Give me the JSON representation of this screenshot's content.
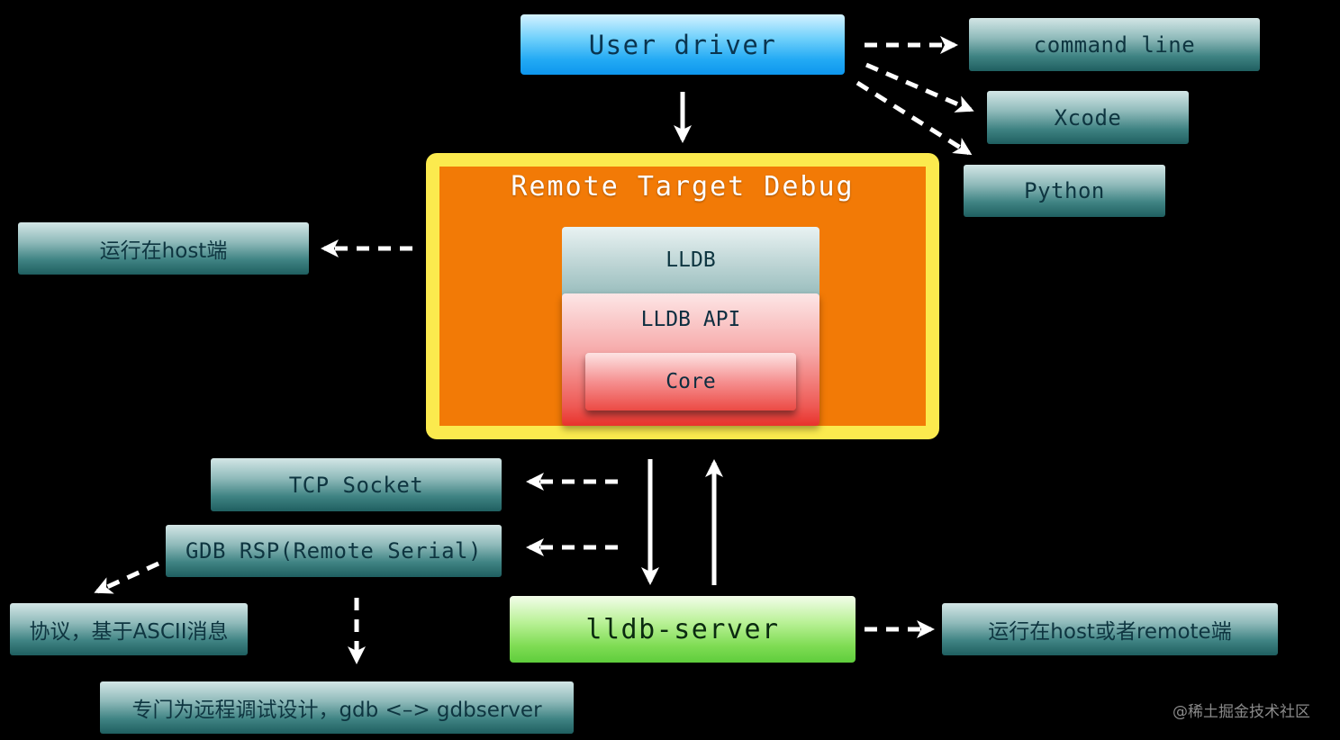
{
  "nodes": {
    "user_driver": "User driver",
    "command_line": "command line",
    "xcode": "Xcode",
    "python": "Python",
    "remote_target_debug": "Remote Target Debug",
    "lldb": "LLDB",
    "lldb_api": "LLDB API",
    "core": "Core",
    "host_runtime": "运行在host端",
    "tcp_socket": "TCP Socket",
    "gdb_rsp": "GDB RSP(Remote Serial)",
    "ascii_protocol": "协议，基于ASCII消息",
    "remote_debug_design": "专门为远程调试设计，gdb <–> gdbserver",
    "lldb_server": "lldb-server",
    "host_or_remote": "运行在host或者remote端"
  },
  "edges": [
    {
      "from": "user_driver",
      "to": "command_line",
      "style": "dashed"
    },
    {
      "from": "user_driver",
      "to": "xcode",
      "style": "dashed"
    },
    {
      "from": "user_driver",
      "to": "python",
      "style": "dashed"
    },
    {
      "from": "user_driver",
      "to": "remote_target_debug",
      "style": "solid"
    },
    {
      "from": "remote_target_debug",
      "to": "host_runtime",
      "style": "dashed"
    },
    {
      "from": "remote_target_debug",
      "to": "lldb_server",
      "style": "solid"
    },
    {
      "from": "lldb_server",
      "to": "remote_target_debug",
      "style": "solid"
    },
    {
      "from": "lldb_server",
      "to": "tcp_socket",
      "style": "dashed"
    },
    {
      "from": "lldb_server",
      "to": "gdb_rsp",
      "style": "dashed"
    },
    {
      "from": "gdb_rsp",
      "to": "ascii_protocol",
      "style": "dashed"
    },
    {
      "from": "gdb_rsp",
      "to": "remote_debug_design",
      "style": "dashed"
    },
    {
      "from": "lldb_server",
      "to": "host_or_remote",
      "style": "dashed"
    }
  ],
  "colors": {
    "background": "#000000",
    "frame_yellow": "#fbea4e",
    "frame_orange": "#f27a06",
    "driver_blue": "#23aaf4",
    "server_green": "#7fdc54",
    "note_teal": "#3f8383",
    "arrow": "#ffffff"
  },
  "watermark": "@稀土掘金技术社区"
}
